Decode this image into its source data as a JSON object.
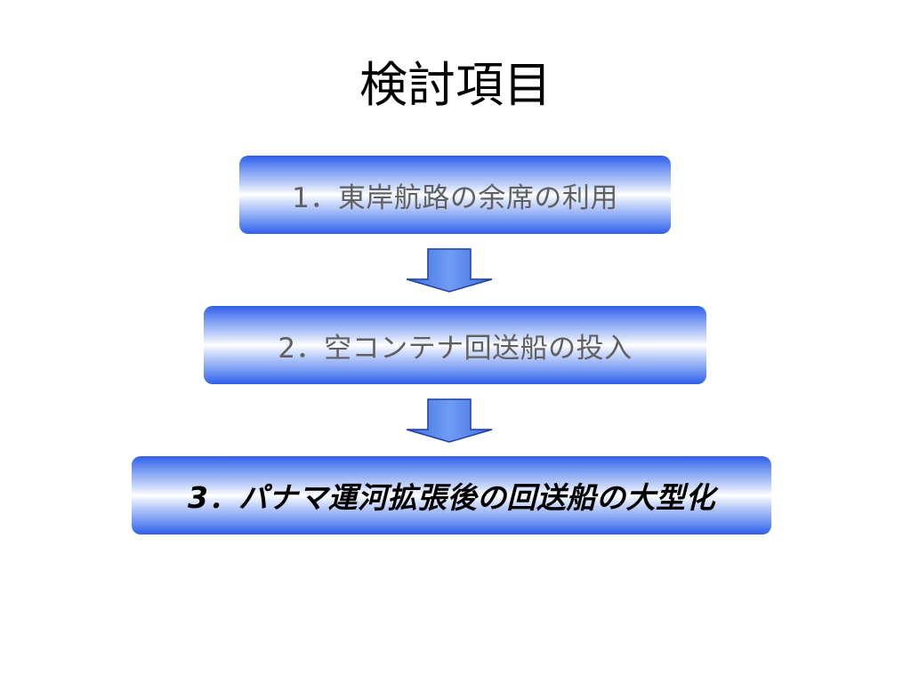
{
  "slide": {
    "title": "検討項目",
    "items": [
      {
        "label": "1．東岸航路の余席の利用"
      },
      {
        "label": "2．空コンテナ回送船の投入"
      },
      {
        "label": "3．パナマ運河拡張後の回送船の大型化"
      }
    ]
  },
  "colors": {
    "box_edge": "#2f5fea",
    "box_center": "#ffffff",
    "arrow_fill": "#4f81e8",
    "arrow_outline": "#1f3f9f",
    "muted_text": "#606060",
    "emphasis_text": "#000000"
  }
}
